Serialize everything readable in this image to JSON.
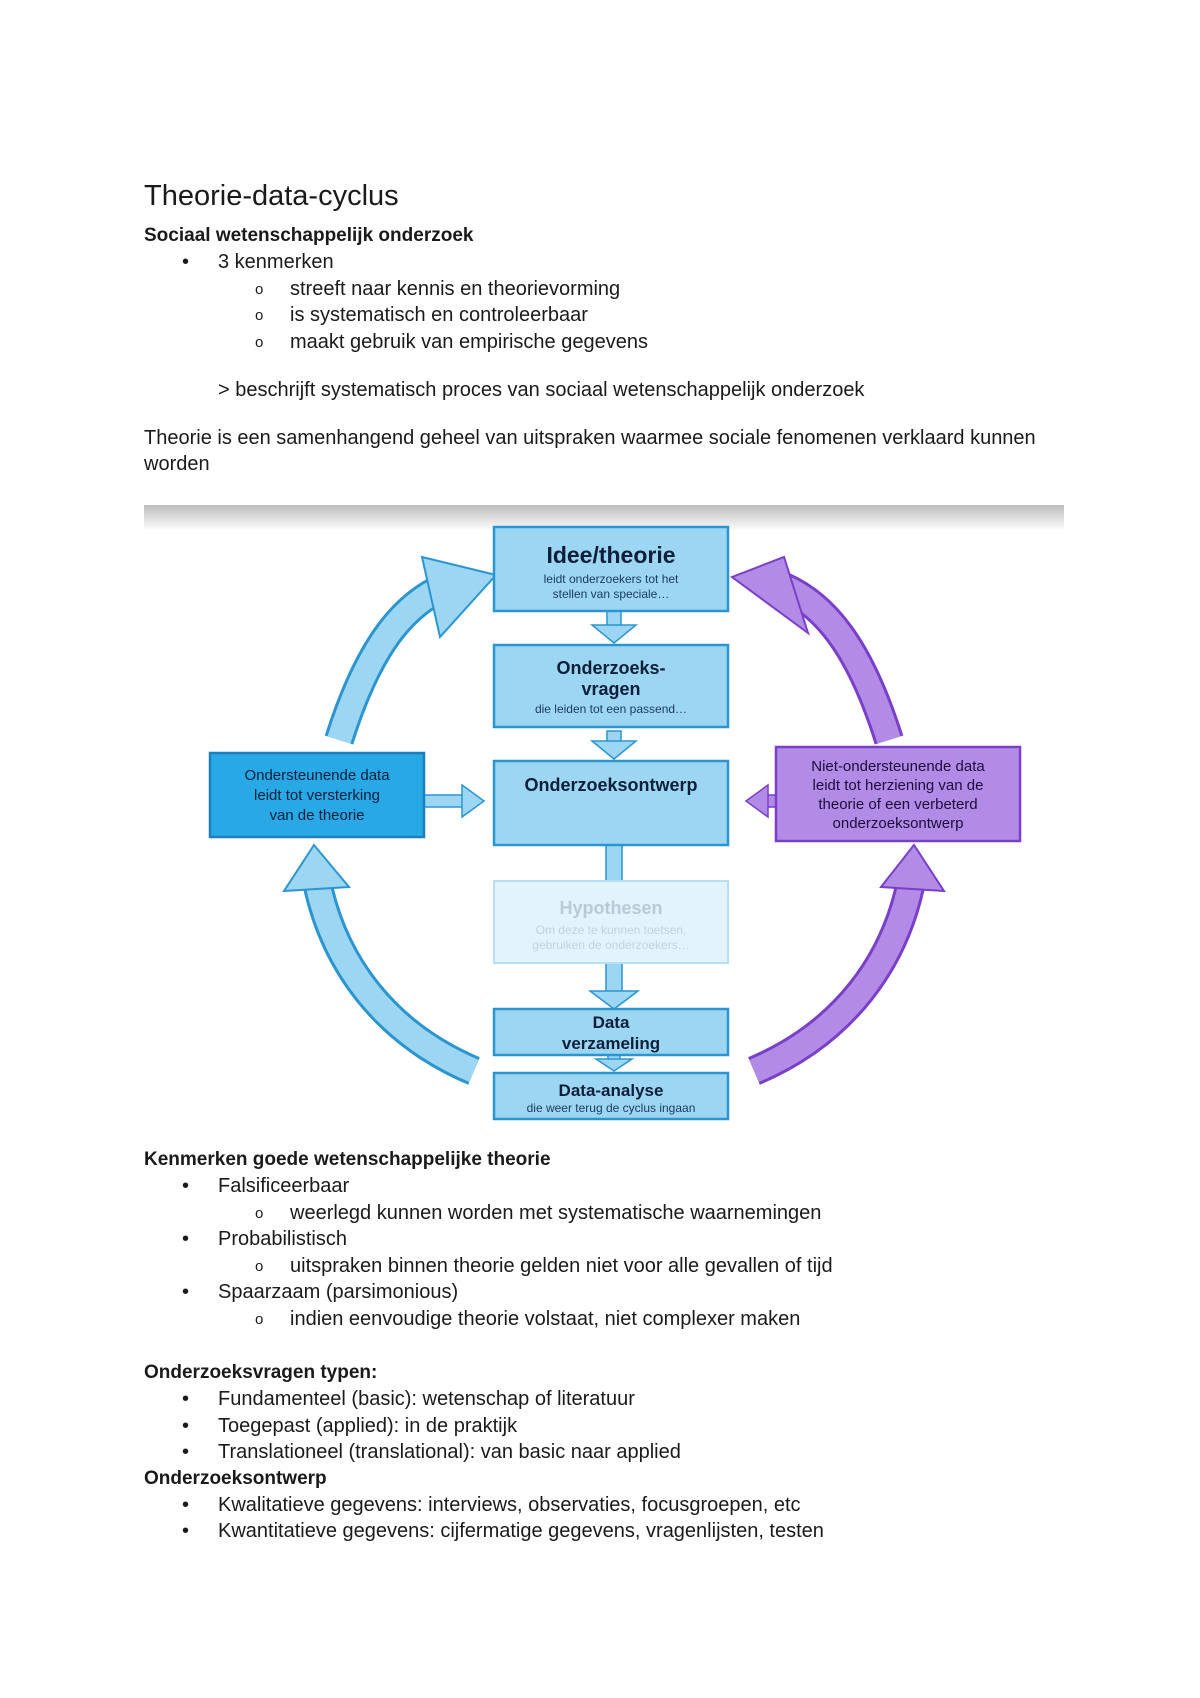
{
  "title": "Theorie-data-cyclus",
  "section1": {
    "heading": "Sociaal wetenschappelijk onderzoek",
    "bullet": "3 kenmerken",
    "subitems": [
      "streeft naar kennis en theorievorming",
      "is systematisch en controleerbaar",
      "maakt gebruik van empirische gegevens"
    ],
    "note": "> beschrijft systematisch proces van sociaal wetenschappelijk onderzoek",
    "definition": "Theorie is een samenhangend geheel van uitspraken waarmee sociale fenomenen verklaard kunnen worden"
  },
  "diagram": {
    "idee_title": "Idee/theorie",
    "idee_sub1": "leidt onderzoekers tot het",
    "idee_sub2": "stellen van speciale…",
    "vragen_title1": "Onderzoeks-",
    "vragen_title2": "vragen",
    "vragen_sub": "die leiden tot een passend…",
    "ontwerp_title": "Onderzoeksontwerp",
    "hypo_title": "Hypothesen",
    "hypo_sub1": "Om deze te kunnen toetsen,",
    "hypo_sub2": "gebruiken de onderzoekers…",
    "data_title1": "Data",
    "data_title2": "verzameling",
    "analyse_title": "Data-analyse",
    "analyse_sub": "die weer terug de cyclus ingaan",
    "left_line1": "Ondersteunende data",
    "left_line2": "leidt tot versterking",
    "left_line3": "van de theorie",
    "right_line1": "Niet-ondersteunende data",
    "right_line2": "leidt tot herziening van de",
    "right_line3": "theorie of een verbeterd",
    "right_line4": "onderzoeksontwerp",
    "colors": {
      "box_fill": "#9dd6f3",
      "box_stroke": "#2b95d0",
      "left_box": "#29a8e6",
      "purple_fill": "#b28be6",
      "purple_stroke": "#7a3fc8",
      "arrow_blue": "#7fc6ee"
    }
  },
  "section2": {
    "heading": "Kenmerken goede wetenschappelijke theorie",
    "items": [
      {
        "label": "Falsificeerbaar",
        "sub": "weerlegd kunnen worden met systematische waarnemingen"
      },
      {
        "label": "Probabilistisch",
        "sub": "uitspraken binnen theorie gelden niet voor alle gevallen of tijd"
      },
      {
        "label": "Spaarzaam (parsimonious)",
        "sub": "indien eenvoudige theorie volstaat, niet complexer maken"
      }
    ]
  },
  "section3": {
    "heading": "Onderzoeksvragen typen:",
    "items": [
      "Fundamenteel (basic): wetenschap of literatuur",
      "Toegepast (applied): in de praktijk",
      "Translationeel (translational): van basic naar applied"
    ]
  },
  "section4": {
    "heading": "Onderzoeksontwerp",
    "items": [
      "Kwalitatieve gegevens: interviews, observaties, focusgroepen, etc",
      "Kwantitatieve gegevens: cijfermatige gegevens, vragenlijsten, testen"
    ]
  }
}
